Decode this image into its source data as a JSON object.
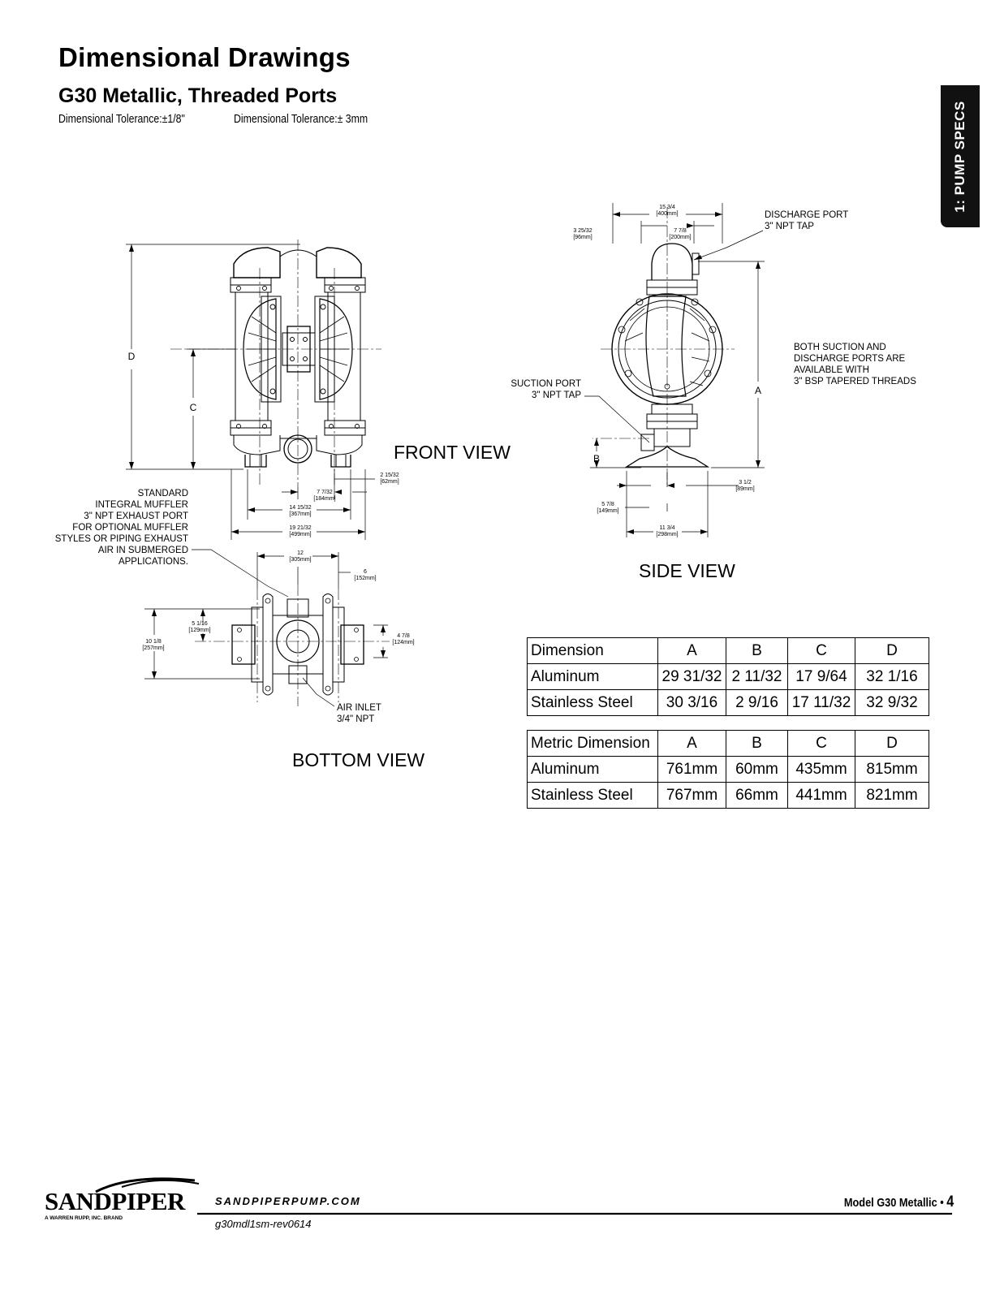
{
  "header": {
    "title": "Dimensional Drawings",
    "subtitle": "G30 Metallic, Threaded Ports",
    "tolerance_in": "Dimensional Tolerance:±1/8\"",
    "tolerance_mm": "Dimensional Tolerance:± 3mm"
  },
  "side_tab": "1: PUMP SPECS",
  "views": {
    "front": "FRONT VIEW",
    "side": "SIDE VIEW",
    "bottom": "BOTTOM VIEW"
  },
  "front_labels": {
    "D": "D",
    "C": "C",
    "d1": "2 15/32",
    "d1mm": "[62mm]",
    "d2": "7 7/32",
    "d2mm": "[184mm]",
    "d3": "14 15/32",
    "d3mm": "[367mm]",
    "d4": "19 21/32",
    "d4mm": "[499mm]",
    "muffler_note": [
      "STANDARD",
      "INTEGRAL MUFFLER",
      "3\" NPT EXHAUST PORT",
      "FOR OPTIONAL MUFFLER",
      "STYLES OR PIPING EXHAUST",
      "AIR IN SUBMERGED",
      "APPLICATIONS."
    ]
  },
  "side_labels": {
    "w1": "15 3/4",
    "w1mm": "[400mm]",
    "w2": "3 25/32",
    "w2mm": "[96mm]",
    "w3": "7 7/8",
    "w3mm": "[200mm]",
    "discharge": [
      "DISCHARGE PORT",
      "3\" NPT TAP"
    ],
    "suction": [
      "SUCTION PORT",
      "3\" NPT TAP"
    ],
    "both_ports": [
      "BOTH SUCTION AND",
      "DISCHARGE PORTS ARE",
      "AVAILABLE WITH",
      "3\" BSP TAPERED THREADS"
    ],
    "A": "A",
    "B": "B",
    "b1": "3 1/2",
    "b1mm": "[89mm]",
    "b2": "5 7/8",
    "b2mm": "[149mm]",
    "b3": "11 3/4",
    "b3mm": "[298mm]"
  },
  "bottom_labels": {
    "t1": "12",
    "t1mm": "[305mm]",
    "t2": "6",
    "t2mm": "[152mm]",
    "l1": "5 1/16",
    "l1mm": "[129mm]",
    "l2": "10 1/8",
    "l2mm": "[257mm]",
    "r1": "4 7/8",
    "r1mm": "[124mm]",
    "air": [
      "AIR INLET",
      "3/4\" NPT"
    ]
  },
  "imperial_table": {
    "header": [
      "Dimension",
      "A",
      "B",
      "C",
      "D"
    ],
    "rows": [
      [
        "Aluminum",
        "29 31/32",
        "2 11/32",
        "17 9/64",
        "32 1/16"
      ],
      [
        "Stainless Steel",
        "30 3/16",
        "2 9/16",
        "17 11/32",
        "32 9/32"
      ]
    ]
  },
  "metric_table": {
    "header": [
      "Metric Dimension",
      "A",
      "B",
      "C",
      "D"
    ],
    "rows": [
      [
        "Aluminum",
        "761mm",
        "60mm",
        "435mm",
        "815mm"
      ],
      [
        "Stainless Steel",
        "767mm",
        "66mm",
        "441mm",
        "821mm"
      ]
    ]
  },
  "footer": {
    "brand": "SANDPIPER",
    "brand_sub": "A WARREN RUPP, INC. BRAND",
    "url": "SANDPIPERPUMP.COM",
    "doc_code": "g30mdl1sm-rev0614",
    "model": "Model G30 Metallic •",
    "page": "4"
  }
}
